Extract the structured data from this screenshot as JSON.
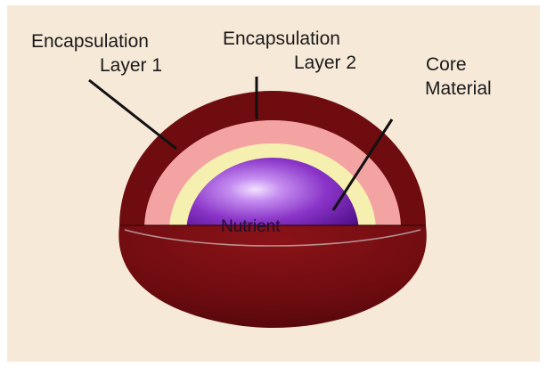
{
  "labels": {
    "layer1_line1": "Encapsulation",
    "layer1_line2": "Layer 1",
    "layer2_line1": "Encapsulation",
    "layer2_line2": "Layer 2",
    "core_line1": "Core",
    "core_line2": "Material",
    "nutrient": "Nutrient"
  },
  "colors": {
    "background": "#f7e9d8",
    "outer_shell": "#6e0c10",
    "layer1": "#f4a3a3",
    "layer2": "#f6f0b0",
    "core": "#7a2ab8",
    "core_highlight": "#e9d2ff"
  }
}
